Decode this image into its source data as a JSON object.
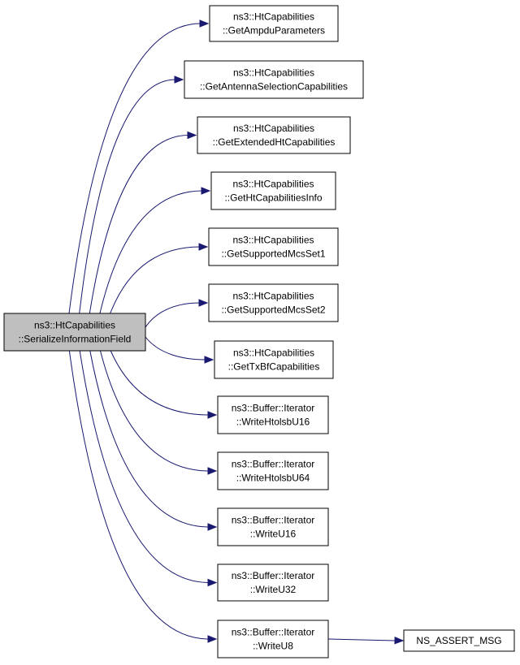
{
  "graph": {
    "root": {
      "id": "serialize",
      "lines": [
        "ns3::HtCapabilities",
        "::SerializeInformationField"
      ]
    },
    "nodes": [
      {
        "id": "ampdu",
        "lines": [
          "ns3::HtCapabilities",
          "::GetAmpduParameters"
        ]
      },
      {
        "id": "antenna",
        "lines": [
          "ns3::HtCapabilities",
          "::GetAntennaSelectionCapabilities"
        ]
      },
      {
        "id": "extended",
        "lines": [
          "ns3::HtCapabilities",
          "::GetExtendedHtCapabilities"
        ]
      },
      {
        "id": "htinfo",
        "lines": [
          "ns3::HtCapabilities",
          "::GetHtCapabilitiesInfo"
        ]
      },
      {
        "id": "mcs1",
        "lines": [
          "ns3::HtCapabilities",
          "::GetSupportedMcsSet1"
        ]
      },
      {
        "id": "mcs2",
        "lines": [
          "ns3::HtCapabilities",
          "::GetSupportedMcsSet2"
        ]
      },
      {
        "id": "txbf",
        "lines": [
          "ns3::HtCapabilities",
          "::GetTxBfCapabilities"
        ]
      },
      {
        "id": "htolsb16",
        "lines": [
          "ns3::Buffer::Iterator",
          "::WriteHtolsbU16"
        ]
      },
      {
        "id": "htolsb64",
        "lines": [
          "ns3::Buffer::Iterator",
          "::WriteHtolsbU64"
        ]
      },
      {
        "id": "u16",
        "lines": [
          "ns3::Buffer::Iterator",
          "::WriteU16"
        ]
      },
      {
        "id": "u32",
        "lines": [
          "ns3::Buffer::Iterator",
          "::WriteU32"
        ]
      },
      {
        "id": "u8",
        "lines": [
          "ns3::Buffer::Iterator",
          "::WriteU8"
        ]
      },
      {
        "id": "assert",
        "lines": [
          "NS_ASSERT_MSG"
        ]
      }
    ],
    "edges": [
      {
        "from": "serialize",
        "to": "ampdu"
      },
      {
        "from": "serialize",
        "to": "antenna"
      },
      {
        "from": "serialize",
        "to": "extended"
      },
      {
        "from": "serialize",
        "to": "htinfo"
      },
      {
        "from": "serialize",
        "to": "mcs1"
      },
      {
        "from": "serialize",
        "to": "mcs2"
      },
      {
        "from": "serialize",
        "to": "txbf"
      },
      {
        "from": "serialize",
        "to": "htolsb16"
      },
      {
        "from": "serialize",
        "to": "htolsb64"
      },
      {
        "from": "serialize",
        "to": "u16"
      },
      {
        "from": "serialize",
        "to": "u32"
      },
      {
        "from": "serialize",
        "to": "u8"
      },
      {
        "from": "u8",
        "to": "assert"
      }
    ],
    "colors": {
      "edge": "#191970",
      "root_fill": "#bfbfbf",
      "node_fill": "#ffffff",
      "border": "#000000"
    }
  }
}
